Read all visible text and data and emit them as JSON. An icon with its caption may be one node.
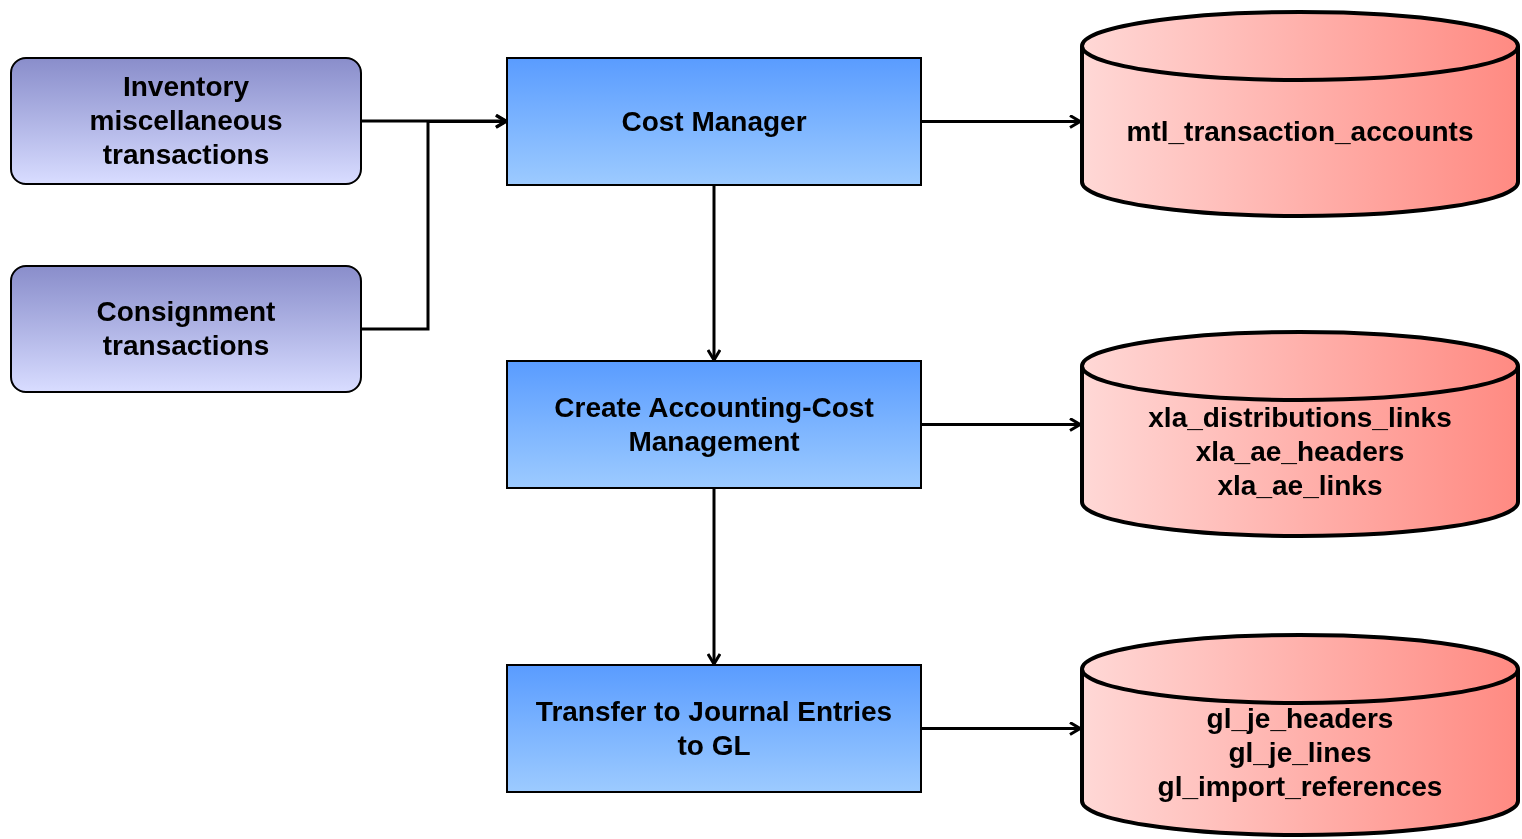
{
  "diagram": {
    "nodes": [
      {
        "text": [
          "Inventory miscellaneous transactions"
        ]
      },
      {
        "text": [
          "Consignment transactions"
        ]
      },
      {
        "text": [
          "Cost Manager"
        ]
      },
      {
        "text": [
          "Create Accounting-Cost Management"
        ]
      },
      {
        "text": [
          "Transfer to Journal Entries to GL"
        ]
      },
      {
        "text": [
          "mtl_transaction_accounts"
        ]
      },
      {
        "text": [
          "xla_distributions_links",
          "xla_ae_headers",
          "xla_ae_links"
        ]
      },
      {
        "text": [
          "gl_je_headers",
          "gl_je_lines",
          "gl_import_references"
        ]
      }
    ],
    "edges": [
      {
        "from": 0,
        "to": 2,
        "arrow": "to"
      },
      {
        "from": 1,
        "to": 2,
        "arrow": "to"
      },
      {
        "from": 2,
        "to": 5,
        "arrow": "to"
      },
      {
        "from": 2,
        "to": 3,
        "arrow": "to"
      },
      {
        "from": 3,
        "to": 6,
        "arrow": "to"
      },
      {
        "from": 3,
        "to": 4,
        "arrow": "to"
      },
      {
        "from": 4,
        "to": 7,
        "arrow": "to"
      }
    ]
  }
}
